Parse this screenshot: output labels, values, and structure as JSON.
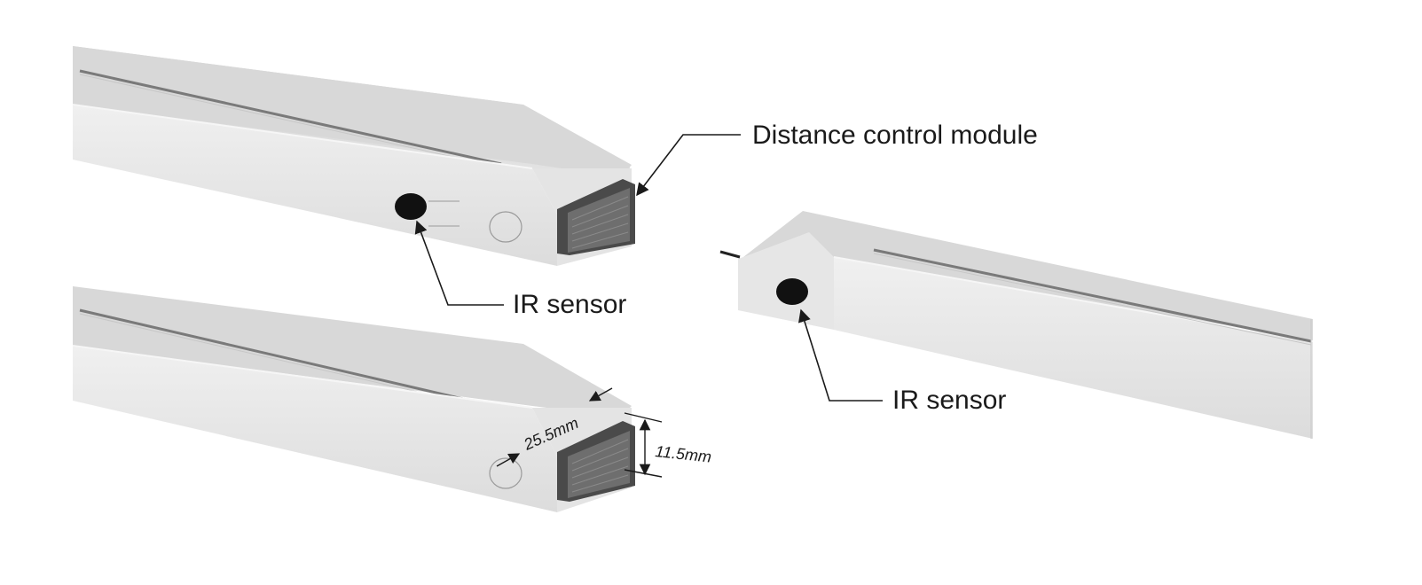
{
  "callouts": {
    "distance_module": "Distance control module",
    "ir_sensor_top": "IR sensor",
    "ir_sensor_right": "IR sensor"
  },
  "dimensions": {
    "width": "25.5mm",
    "height": "11.5mm"
  },
  "colors": {
    "bar_top": "#dcdcdc",
    "bar_side": "#e9e9e9",
    "bar_dark_edge": "#b5b5b5",
    "groove": "#7a7a7a",
    "connector": "#555555",
    "connector_ridges": "#777777",
    "sensor": "#111111",
    "ink": "#1a1a1a"
  },
  "icons": {
    "sensor_window": "ir-sensor-icon",
    "connector": "distance-module-icon"
  }
}
